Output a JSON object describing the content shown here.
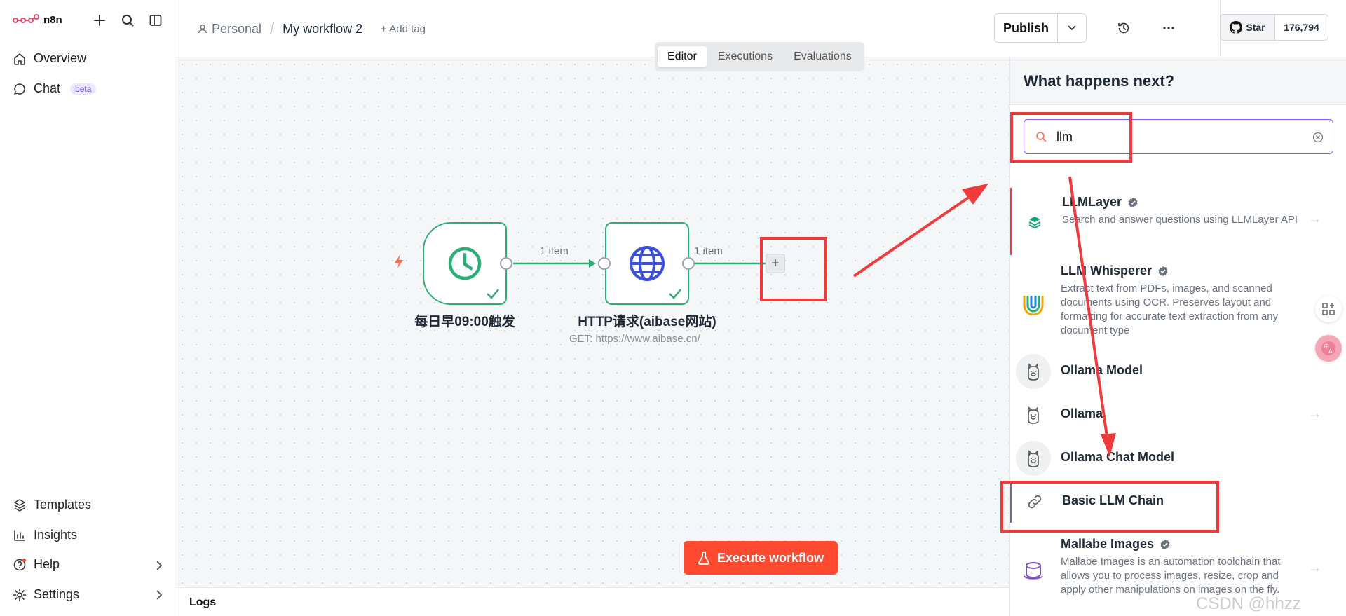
{
  "app": {
    "name": "n8n"
  },
  "sidebar": {
    "top": [
      {
        "label": "Overview",
        "icon": "home-icon"
      },
      {
        "label": "Chat",
        "badge": "beta",
        "icon": "chat-icon"
      }
    ],
    "bottom": [
      {
        "label": "Templates",
        "icon": "templates-icon"
      },
      {
        "label": "Insights",
        "icon": "insights-icon"
      },
      {
        "label": "Help",
        "icon": "help-icon"
      },
      {
        "label": "Settings",
        "icon": "settings-icon"
      }
    ]
  },
  "header": {
    "project": "Personal",
    "workflow_name": "My workflow 2",
    "add_tag": "+ Add tag",
    "publish": "Publish",
    "star_label": "Star",
    "star_count": "176,794"
  },
  "canvas": {
    "tabs": [
      "Editor",
      "Executions",
      "Evaluations"
    ],
    "active_tab": "Editor",
    "nodes": [
      {
        "label": "每日早09:00触发",
        "icon": "clock-icon",
        "status": "success"
      },
      {
        "label": "HTTP请求(aibase网站)",
        "subtitle": "GET: https://www.aibase.cn/",
        "icon": "globe-icon",
        "status": "success"
      }
    ],
    "edges": [
      "1 item",
      "1 item"
    ],
    "add_node": "+",
    "execute": "Execute workflow",
    "logs": "Logs"
  },
  "panel": {
    "title": "What happens next?",
    "search_value": "llm",
    "results": [
      {
        "title": "LLMLayer",
        "verified": true,
        "description": "Search and answer questions using LLMLayer API",
        "icon": "llmlayer-icon",
        "arrow": true
      },
      {
        "title": "LLM Whisperer",
        "verified": true,
        "description": "Extract text from PDFs, images, and scanned documents using OCR. Preserves layout and formatting for accurate text extraction from any document type",
        "icon": "llmwhisperer-icon"
      },
      {
        "title": "Ollama Model",
        "icon": "ollama-icon"
      },
      {
        "title": "Ollama",
        "icon": "ollama-icon",
        "arrow": true
      },
      {
        "title": "Ollama Chat Model",
        "icon": "ollama-icon"
      },
      {
        "title": "Basic LLM Chain",
        "icon": "link-icon"
      },
      {
        "title": "Mallabe Images",
        "verified": true,
        "description": "Mallabe Images is an automation toolchain that allows you to process images, resize, crop and apply other manipulations on images on the fly.",
        "icon": "mallabe-icon",
        "arrow": true
      }
    ]
  },
  "watermark": "CSDN @hhzz",
  "colors": {
    "accent": "#ff4a30",
    "success": "#2eae74",
    "annotation": "#ef3b3b",
    "search_border": "#7c5cff"
  }
}
